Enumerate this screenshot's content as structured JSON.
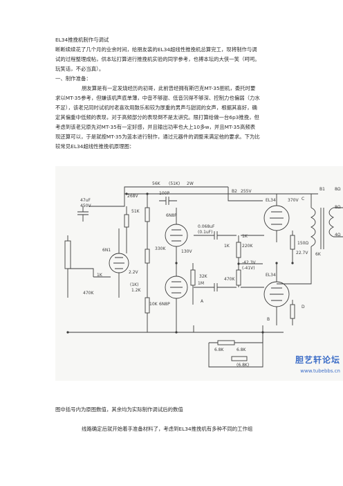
{
  "doc": {
    "title": "EL34推挽机制作与调试",
    "intro": [
      "断断续续花了几个月的业余时间，给朋友装的EL34超线性推挽机总算完工，现将制作与调",
      "试的过程整理成帖，供本坛打算进行推挽机实验的同学参考，也搏本坛的大侠一笑（呵呵。",
      "玩笑话，不必当真）。"
    ],
    "section1": "一、制作准备：",
    "prep": [
      "朋友算是有一定发烧经历的初哥，此前曾经拥有斯巴克MT-35胆机，委托时要",
      "求以MT-35参考，但嫌该机声底单薄，中音不够甜、低音沉得不够深、控制力也偏弱（力水",
      "不足），该老兄同时试机时老喜欢用鼓乐和较为厚重的男声与甜润的女声，根据其喜好，确",
      "定其偏重中低频的表现，对于高频部分的表现倒不是太讲究。限打算给做一台6p3推挽，但",
      "考虑到该老兄原先对MT-35有一定好感，并且输出功率也大上10多w，并且MT-35高频表",
      "现还算可以，于是就按MT-35为蓝本进行制作，通过元器件的调整来满足他的要求。下为比",
      "较常见EL34超线性推挽机原理图："
    ],
    "caption": "图中括号内为原图数值，其余均为实际制作调试后的数值",
    "last_line": "线路确定后就开始着手准备材料了，考虑到EL34推挽机有多种不同的工作组"
  },
  "schematic": {
    "labels": [
      "47uF",
      "450V",
      "268V",
      "100P",
      "56K",
      "(51K)",
      "2W",
      "51K",
      "B2",
      "255V",
      "B1",
      "8Ω",
      "6N1",
      "6N8P",
      "6N8P",
      "EL34",
      "EL34",
      "0.068uF",
      "(0.1uF)",
      "220K",
      "1K",
      "-42.3V",
      "(-41V)",
      "1K",
      "(1K)",
      "470K",
      "2.2V",
      "10K",
      "1.2K",
      "8Ω",
      "4Ω",
      "6K",
      "6.8K",
      "(6.8K)",
      "32K",
      "22.7V",
      "130V",
      "1M",
      "330K",
      "1K",
      "470K",
      "A",
      "B",
      "C",
      "D",
      "370V",
      "150Ω",
      "6.8K"
    ],
    "watermark": "胆艺轩论坛",
    "watermark_url": "www.tubebbs.cn"
  }
}
